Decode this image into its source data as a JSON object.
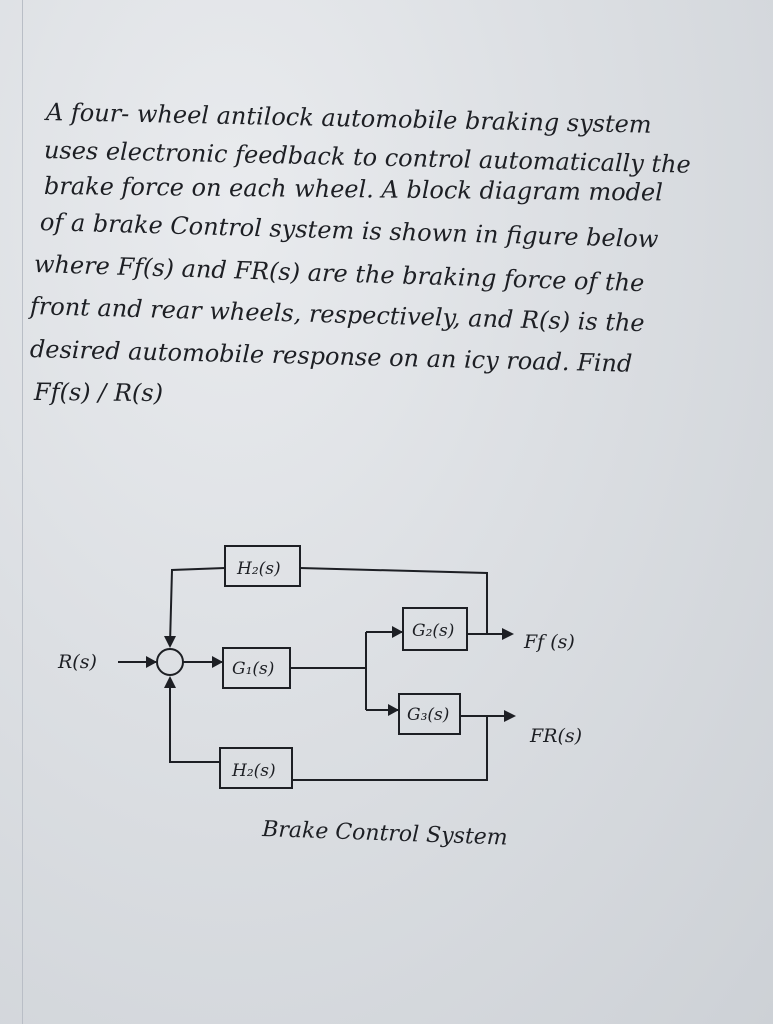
{
  "problem": {
    "lines": [
      "A four- wheel antilock automobile braking system",
      "uses electronic feedback to control automatically the",
      "brake force on each wheel. A block diagram model",
      "of a brake Control system is shown in figure below",
      "where Ff(s) and FR(s) are the braking force of the",
      "front and rear wheels, respectively, and R(s) is the",
      "desired automobile response on an icy road. Find",
      "Ff(s) / R(s)"
    ]
  },
  "diagram": {
    "blocks": {
      "h2_top": "H₂(s)",
      "g1": "G₁(s)",
      "g2": "G₂(s)",
      "g3": "G₃(s)",
      "h2_bottom": "H₂(s)"
    },
    "input_label": "R(s)",
    "output_front_label": "Ff (s)",
    "output_rear_label": "FR(s)",
    "caption": "Brake Control System"
  }
}
